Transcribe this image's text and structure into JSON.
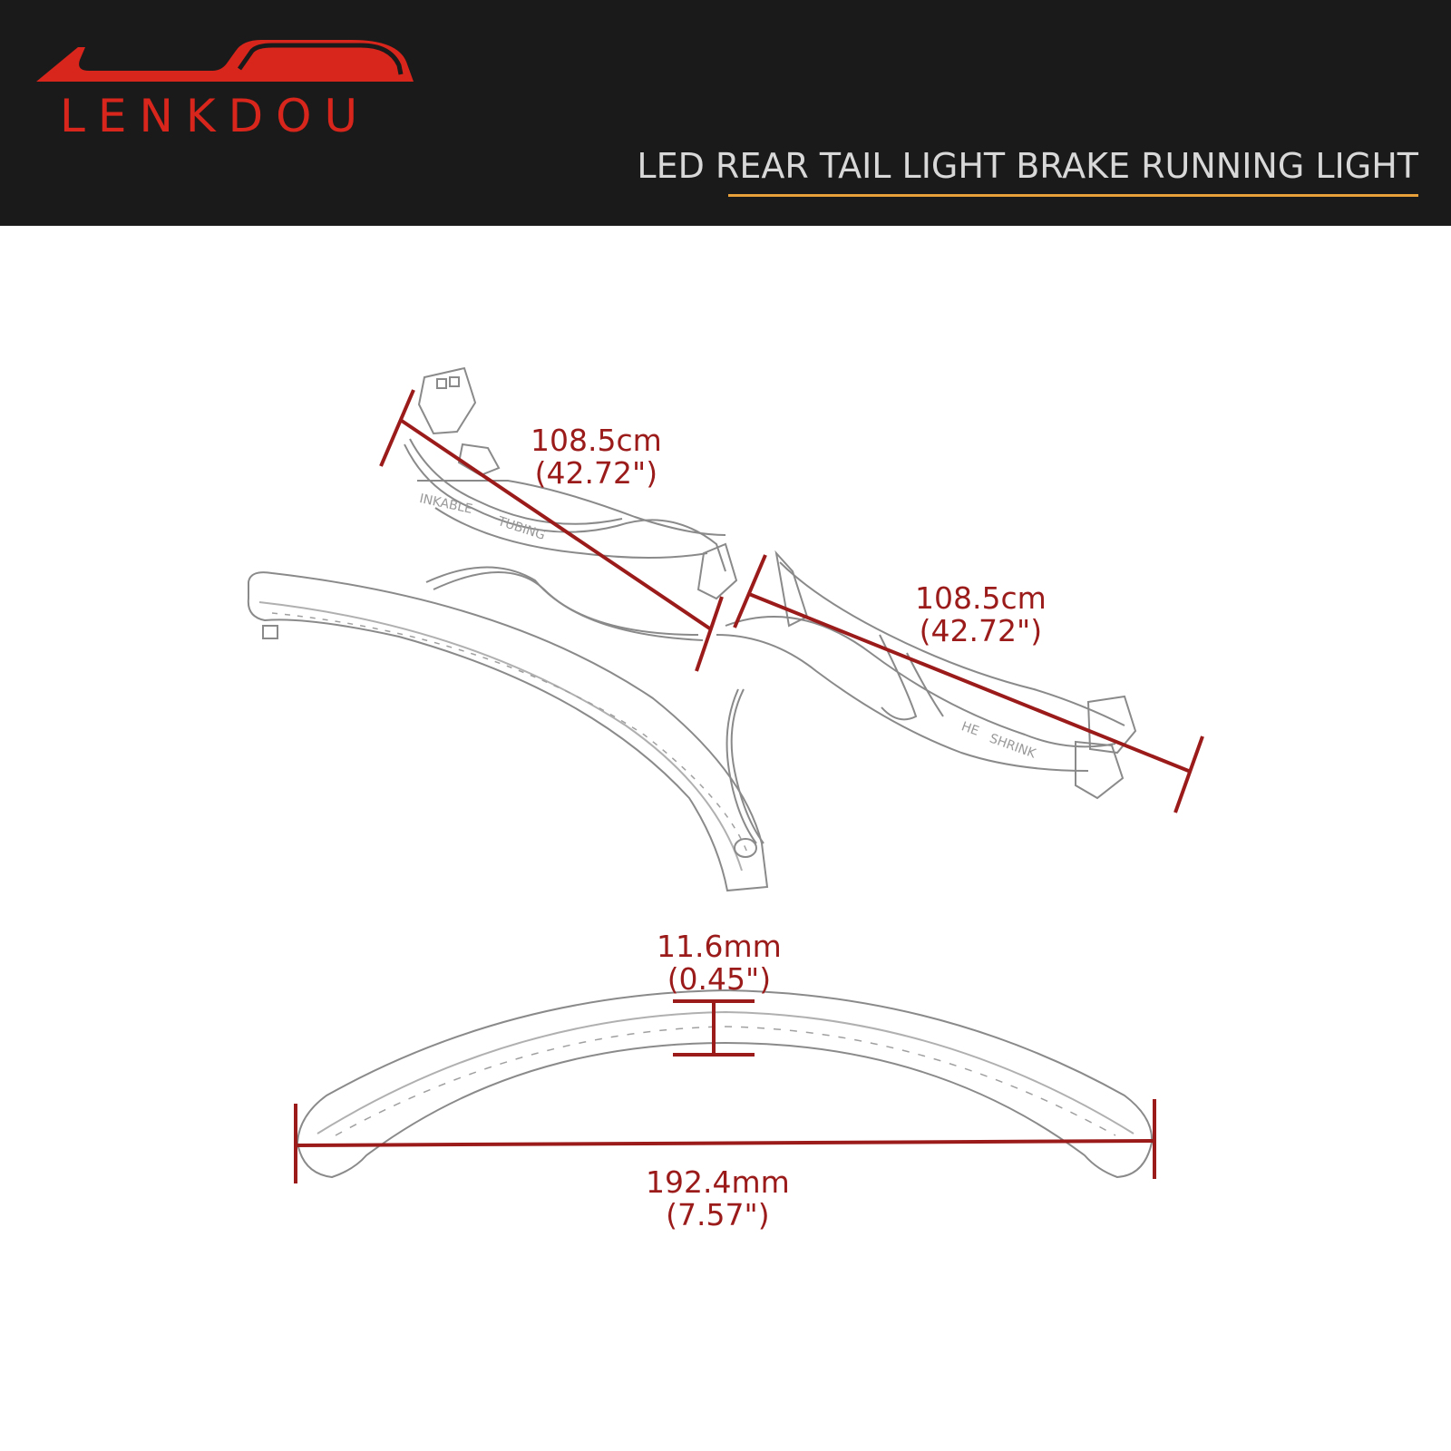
{
  "header": {
    "brand": "LENKDOU",
    "title": "LED REAR TAIL LIGHT BRAKE RUNNING LIGHT",
    "brand_color": "#d9261c",
    "accent_color": "#e8a13a",
    "background_color": "#1a1a1a"
  },
  "dimensions": {
    "cable_left": {
      "metric": "108.5cm",
      "imperial": "(42.72\")"
    },
    "cable_right": {
      "metric": "108.5cm",
      "imperial": "(42.72\")"
    },
    "bar_thickness": {
      "metric": "11.6mm",
      "imperial": "(0.45\")"
    },
    "bar_length": {
      "metric": "192.4mm",
      "imperial": "(7.57\")"
    },
    "dimension_color": "#9b1b1b"
  },
  "cable_print_text": [
    "INKABLE",
    "TUBING",
    "SHRINK",
    "HE"
  ]
}
